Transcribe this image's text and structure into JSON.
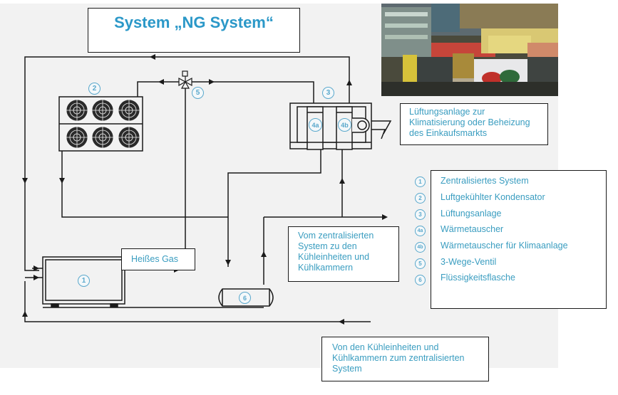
{
  "title": "System „NG System“",
  "photo": {
    "alt": "supermarket-produce-section-photo"
  },
  "ventilation_note": [
    "Lüftungsanlage zur",
    "Klimatisierung oder Beheizung",
    "des Einkaufsmarkts"
  ],
  "hot_gas_label": "Heißes Gas",
  "supply_note": [
    "Vom zentralisierten",
    "System zu den",
    "Kühleinheiten und",
    "Kühlkammern"
  ],
  "return_note": [
    "Von den Kühleinheiten und",
    "Kühlkammern zum zentralisierten",
    "System"
  ],
  "component_markers": {
    "central_system": "1",
    "condenser": "2",
    "ventilation_unit": "3",
    "heat_exchanger": "4a",
    "hvac_heat_exchanger": "4b",
    "three_way_valve": "5",
    "liquid_receiver": "6"
  },
  "legend": [
    {
      "marker": "1",
      "label": "Zentralisiertes System"
    },
    {
      "marker": "2",
      "label": "Luftgekühlter Kondensator"
    },
    {
      "marker": "3",
      "label": "Lüftungsanlage"
    },
    {
      "marker": "4a",
      "label": "Wärmetauscher"
    },
    {
      "marker": "4b",
      "label": "Wärmetauscher für Klimaanlage"
    },
    {
      "marker": "5",
      "label": "3-Wege-Ventil"
    },
    {
      "marker": "6",
      "label": "Flüssigkeitsflasche"
    }
  ],
  "colors": {
    "accent_text": "#3a9dc0",
    "title_text": "#2b98c8",
    "line": "#1a1a1a",
    "background": "#f2f2f2"
  }
}
